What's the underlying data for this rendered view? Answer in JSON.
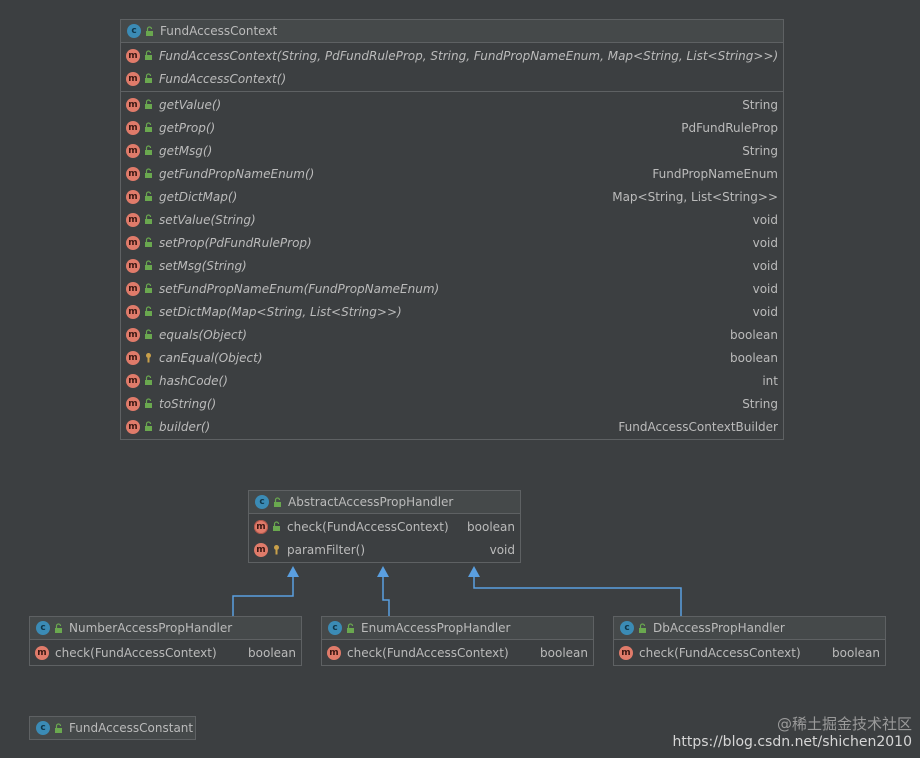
{
  "colors": {
    "background": "#3c3f41",
    "class_icon": "#3b8bb5",
    "method_icon": "#e07b6a",
    "arrow": "#5a9fe0",
    "visibility_public": "#6aa84f"
  },
  "fund_access_context": {
    "title": "FundAccessContext",
    "constructors": [
      "FundAccessContext(String, PdFundRuleProp, String, FundPropNameEnum, Map<String, List<String>>)",
      "FundAccessContext()"
    ],
    "methods": [
      {
        "name": "getValue()",
        "type": "String"
      },
      {
        "name": "getProp()",
        "type": "PdFundRuleProp"
      },
      {
        "name": "getMsg()",
        "type": "String"
      },
      {
        "name": "getFundPropNameEnum()",
        "type": "FundPropNameEnum"
      },
      {
        "name": "getDictMap()",
        "type": "Map<String, List<String>>"
      },
      {
        "name": "setValue(String)",
        "type": "void"
      },
      {
        "name": "setProp(PdFundRuleProp)",
        "type": "void"
      },
      {
        "name": "setMsg(String)",
        "type": "void"
      },
      {
        "name": "setFundPropNameEnum(FundPropNameEnum)",
        "type": "void"
      },
      {
        "name": "setDictMap(Map<String, List<String>>)",
        "type": "void"
      },
      {
        "name": "equals(Object)",
        "type": "boolean"
      },
      {
        "name": "canEqual(Object)",
        "type": "boolean"
      },
      {
        "name": "hashCode()",
        "type": "int"
      },
      {
        "name": "toString()",
        "type": "String"
      },
      {
        "name": "builder()",
        "type": "FundAccessContextBuilder"
      }
    ]
  },
  "abstract_handler": {
    "title": "AbstractAccessPropHandler",
    "methods": [
      {
        "name": "check(FundAccessContext)",
        "type": "boolean"
      },
      {
        "name": "paramFilter()",
        "type": "void"
      }
    ]
  },
  "number_handler": {
    "title": "NumberAccessPropHandler",
    "method": "check(FundAccessContext)",
    "type": "boolean"
  },
  "enum_handler": {
    "title": "EnumAccessPropHandler",
    "method": "check(FundAccessContext)",
    "type": "boolean"
  },
  "db_handler": {
    "title": "DbAccessPropHandler",
    "method": "check(FundAccessContext)",
    "type": "boolean"
  },
  "fund_access_constant": {
    "title": "FundAccessConstant"
  },
  "icons": {
    "class": "c",
    "method": "m"
  },
  "watermark": {
    "line1": "@稀土掘金技术社区",
    "line2": "https://blog.csdn.net/shichen2010"
  }
}
